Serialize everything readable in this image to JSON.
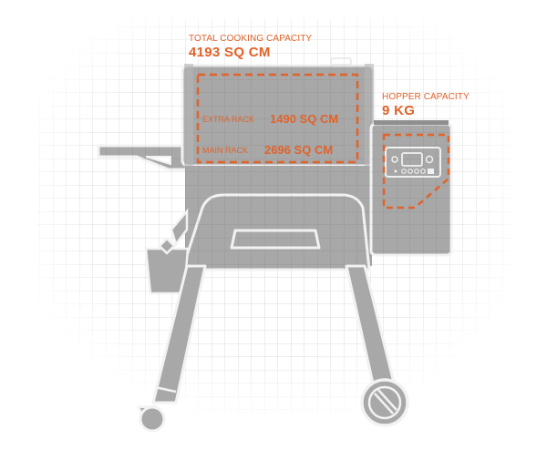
{
  "diagram": {
    "subject": "Pellet grill capacity diagram",
    "colors": {
      "accent": "#e0632a",
      "body_fill": "#a8a8a8",
      "outline": "#f2f2f2",
      "grid": "#d4d4d4",
      "background": "#ffffff"
    },
    "total_capacity": {
      "label": "TOTAL COOKING CAPACITY",
      "value": "4193 SQ CM"
    },
    "hopper_capacity": {
      "label": "HOPPER CAPACITY",
      "value": "9 KG"
    },
    "racks": [
      {
        "label": "EXTRA RACK",
        "value": "1490 SQ CM"
      },
      {
        "label": "MAIN RACK",
        "value": "2696 SQ CM"
      }
    ],
    "components": [
      "cooking-chamber",
      "side-shelf",
      "hopper",
      "controller",
      "bucket",
      "legs",
      "caster-wheel",
      "large-wheel"
    ]
  }
}
